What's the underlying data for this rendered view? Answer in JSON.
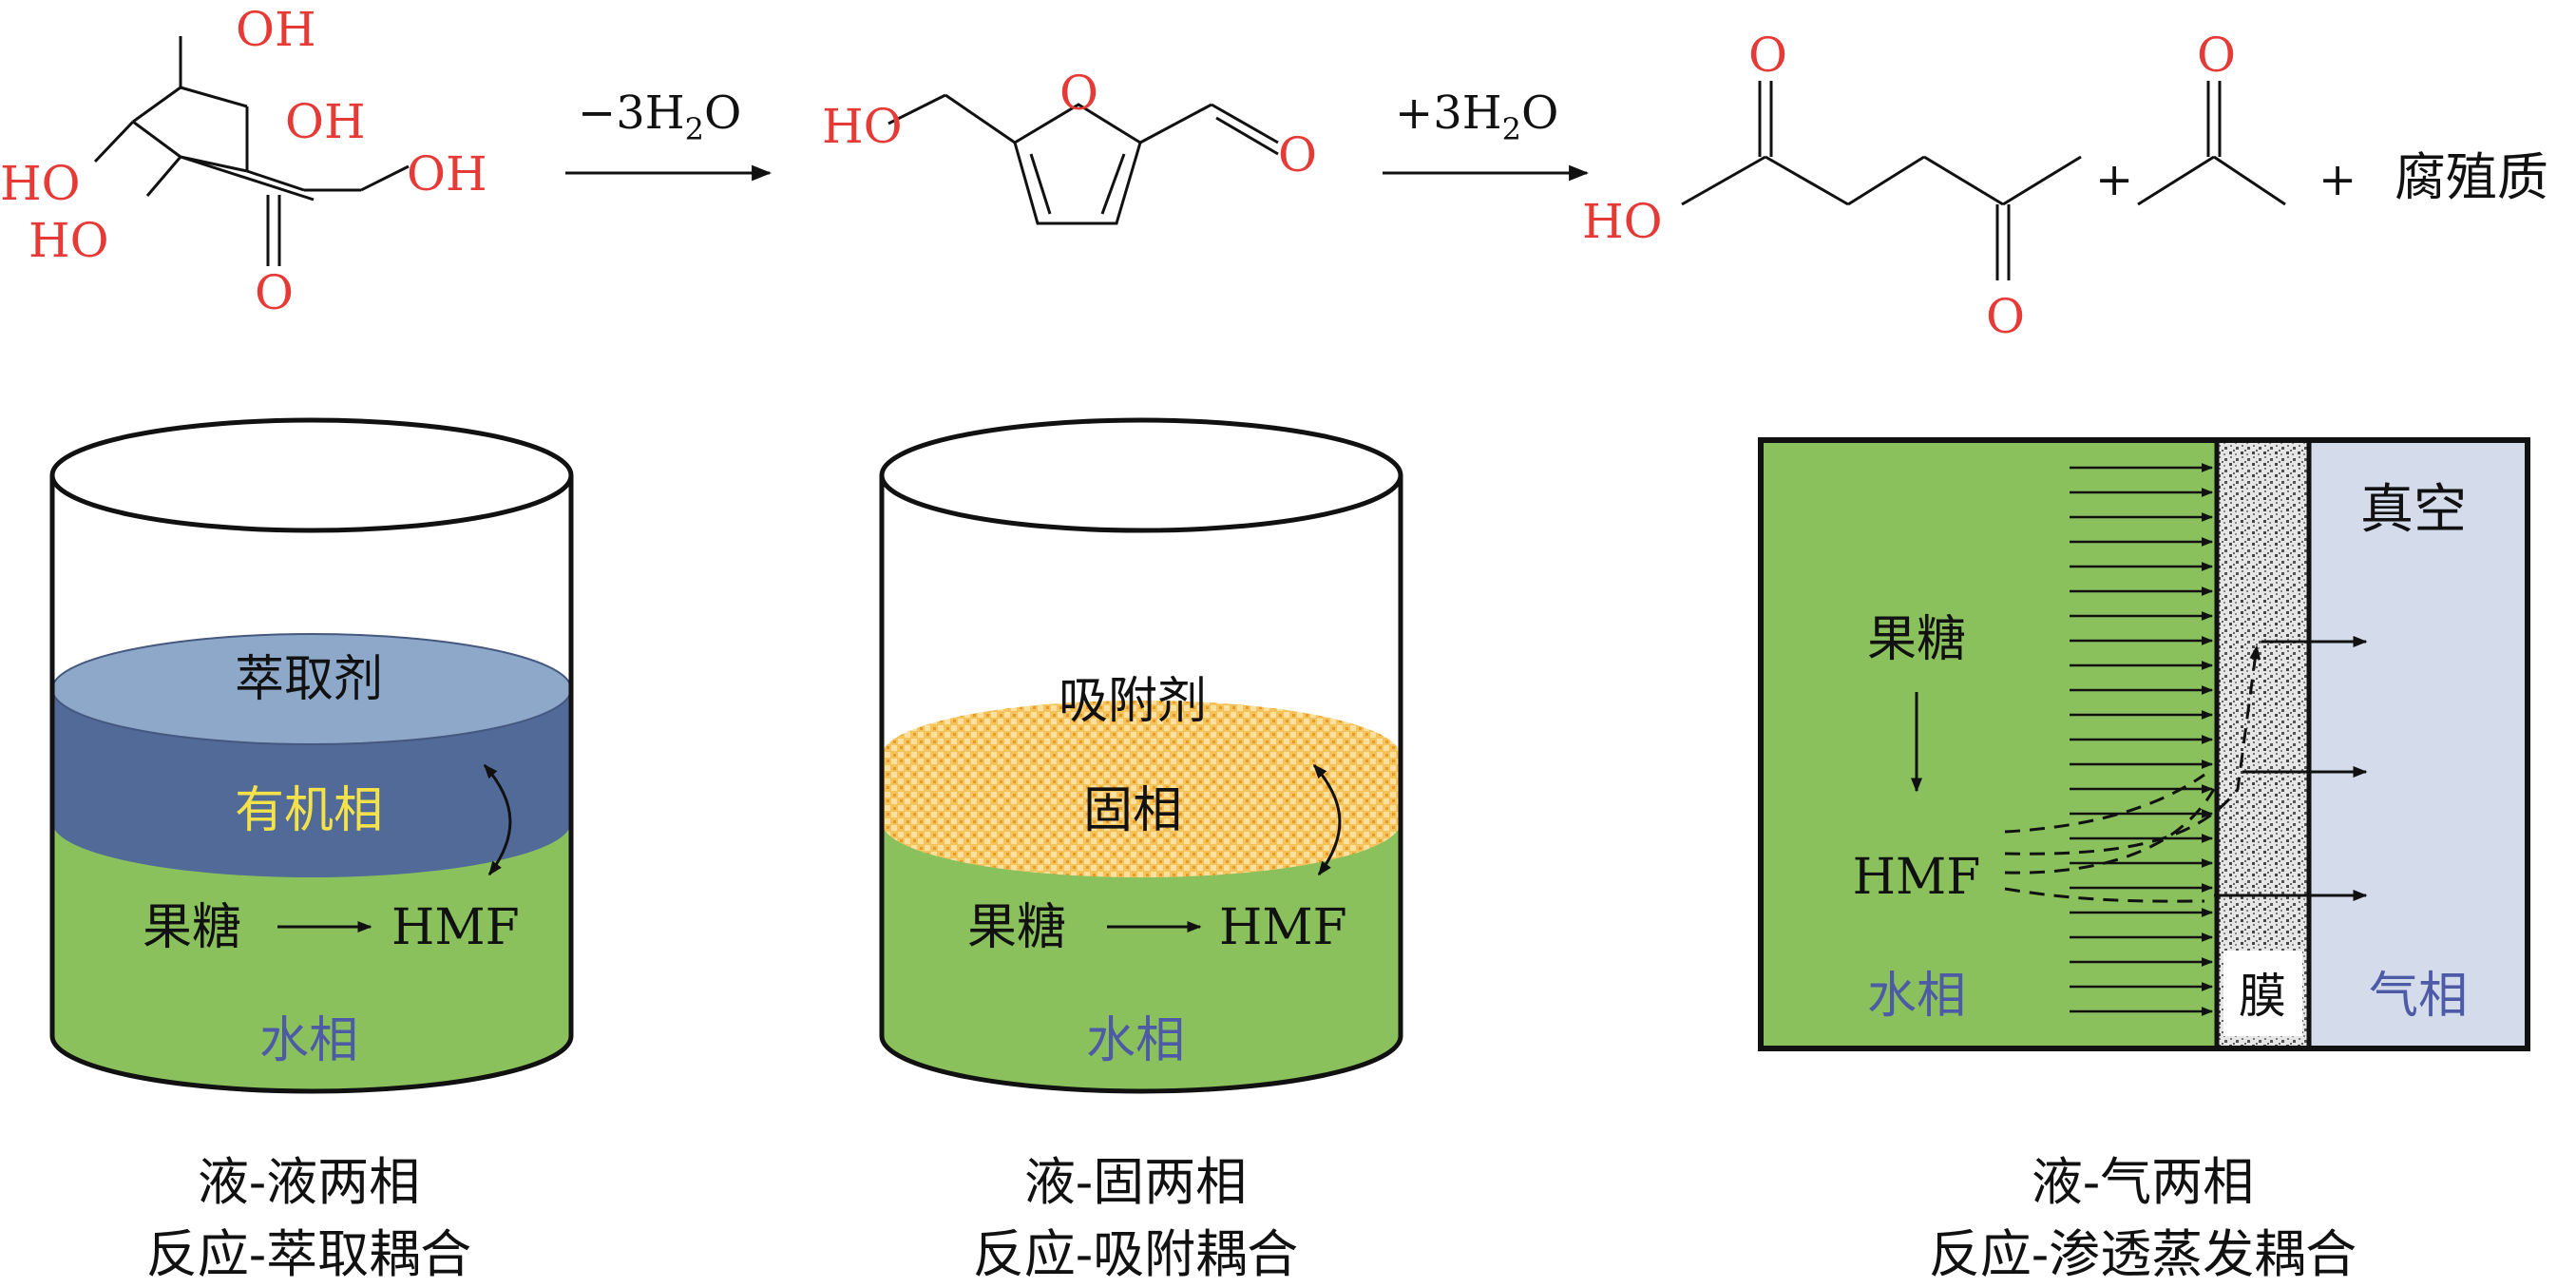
{
  "colors": {
    "atom_red": "#e53a35",
    "aqueous_green": "#8bc15d",
    "organic_blue": "#516a97",
    "organic_top": "#8da8c8",
    "adsorbent_orange": "#f0b850",
    "vapor_blue": "#d4dcec",
    "phase_label_blue": "#4d5aa6",
    "organic_label_yellow": "#f4e24a"
  },
  "reaction": {
    "fructose_atoms": [
      "OH",
      "OH",
      "OH",
      "HO",
      "HO",
      "O"
    ],
    "arrow1": {
      "prefix": "−3H",
      "sub": "2",
      "suffix": "O"
    },
    "hmf_atoms": [
      "HO",
      "O",
      "O"
    ],
    "arrow2": {
      "prefix": "+3H",
      "sub": "2",
      "suffix": "O"
    },
    "levulinic_atoms": [
      "O",
      "HO",
      "O"
    ],
    "formic_atoms": [
      "O"
    ],
    "plus": "+",
    "humins": "腐殖质"
  },
  "panel_ll": {
    "extractant": "萃取剂",
    "organic_phase": "有机相",
    "fructose": "果糖",
    "hmf": "HMF",
    "aqueous_phase": "水相",
    "caption_line1": "液-液两相",
    "caption_line2": "反应-萃取耦合"
  },
  "panel_ls": {
    "adsorbent": "吸附剂",
    "solid_phase": "固相",
    "fructose": "果糖",
    "hmf": "HMF",
    "aqueous_phase": "水相",
    "caption_line1": "液-固两相",
    "caption_line2": "反应-吸附耦合"
  },
  "panel_lg": {
    "vacuum": "真空",
    "fructose": "果糖",
    "hmf": "HMF",
    "aqueous_phase": "水相",
    "membrane": "膜",
    "vapor_phase": "气相",
    "caption_line1": "液-气两相",
    "caption_line2": "反应-渗透蒸发耦合"
  }
}
